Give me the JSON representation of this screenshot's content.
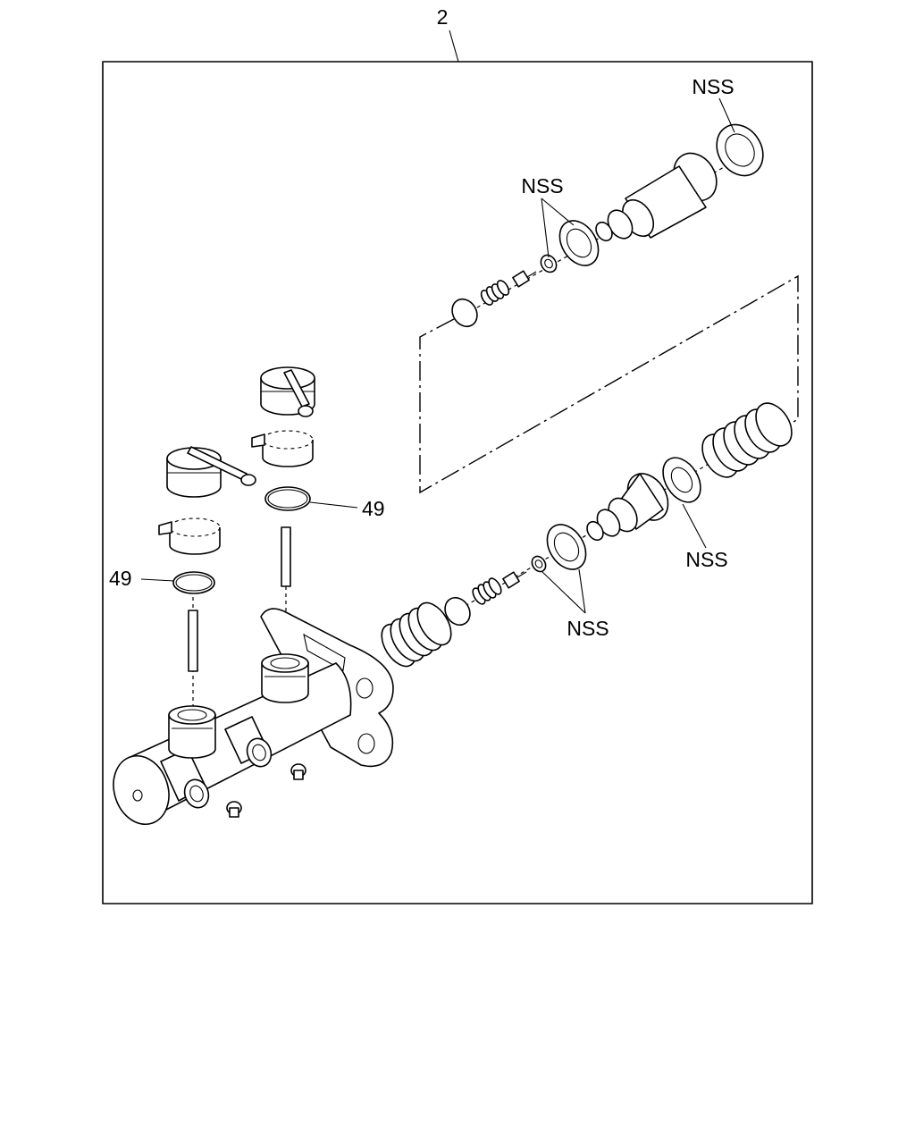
{
  "callouts": {
    "assembly": "2",
    "nss_top_right": "NSS",
    "nss_upper_seals": "NSS",
    "oring_right": "49",
    "oring_left": "49",
    "nss_washer": "NSS",
    "nss_lower_seals": "NSS"
  }
}
